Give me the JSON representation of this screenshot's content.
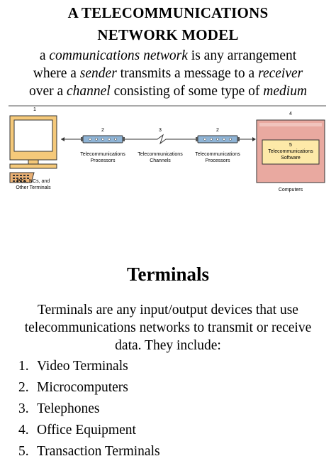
{
  "title": {
    "line1": "A TELECOMMUNICATIONS",
    "line2": "NETWORK MODEL"
  },
  "intro": {
    "l1_a": "a ",
    "l1_b": "communications network",
    "l1_c": " is any arrangement",
    "l2_a": "where a ",
    "l2_b": "sender",
    "l2_c": " transmits a message to a ",
    "l2_d": "receiver",
    "l3_a": "over a ",
    "l3_b": "channel",
    "l3_c": " consisting of some type of ",
    "l3_d": "medium"
  },
  "diagram": {
    "num1": "1",
    "num2a": "2",
    "num3": "3",
    "num2b": "2",
    "num4": "4",
    "num5": "5",
    "terminals_l1": "PCs, NCs, and",
    "terminals_l2": "Other Terminals",
    "proc_a_l1": "Telecommunications",
    "proc_a_l2": "Processors",
    "channels_l1": "Telecommunications",
    "channels_l2": "Channels",
    "proc_b_l1": "Telecommunications",
    "proc_b_l2": "Processors",
    "software_l1": "Telecommunications",
    "software_l2": "Software",
    "computers": "Computers",
    "colors": {
      "accent": "#f5c97a",
      "box": "#e9a9a0",
      "software": "#fde9a8",
      "processor": "#8fb4d6"
    }
  },
  "section": {
    "heading": "Terminals",
    "para_l1": "Terminals are any input/output devices that use",
    "para_l2": "telecommunications networks to transmit or receive",
    "para_l3": "data.  They include:",
    "items": [
      {
        "num": "1.",
        "label": "Video Terminals"
      },
      {
        "num": "2.",
        "label": "Microcomputers"
      },
      {
        "num": "3.",
        "label": "Telephones"
      },
      {
        "num": "4.",
        "label": "Office Equipment"
      },
      {
        "num": "5.",
        "label": "Transaction Terminals"
      }
    ]
  }
}
